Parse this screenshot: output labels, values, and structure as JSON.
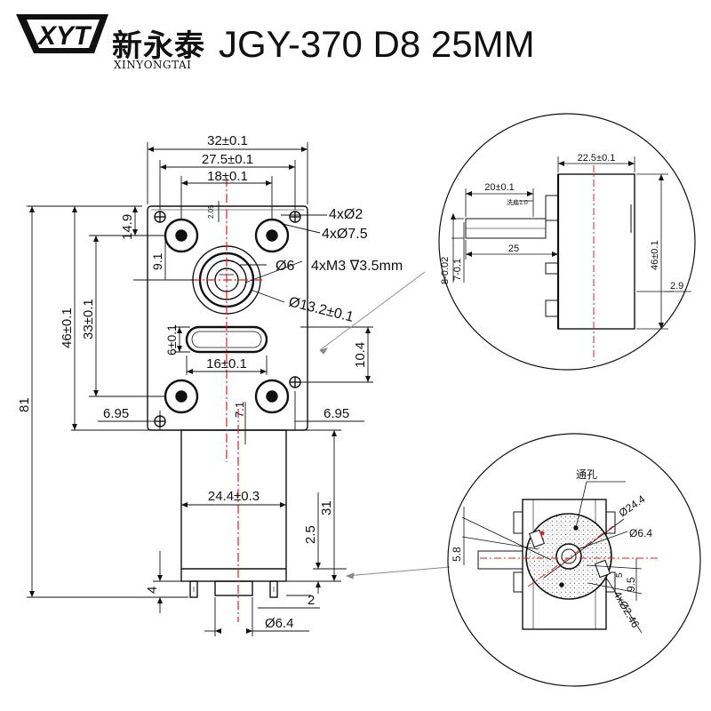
{
  "header": {
    "brand_cn": "新永泰",
    "brand_en": "XINYONGTAI",
    "logo_text": "XYT",
    "title": "JGY-370 D8 25MM"
  },
  "front_view": {
    "dims": {
      "w32": "32±0.1",
      "w27_5": "27.5±0.1",
      "w18": "18±0.1",
      "small_2_05": "2.05",
      "hole2": "4xØ2",
      "hole7_5": "4xØ7.5",
      "d6": "Ø6",
      "m3": "4xM3 ∇3.5mm",
      "d13_2": "Ø13.2±0.1",
      "h14_9": "14.9",
      "h9_1": "9.1",
      "h46": "46±0.1",
      "h33": "33±0.1",
      "h6": "6±0.1",
      "w16": "16±0.1",
      "h10_4": "10.4",
      "w6_95_left": "6.95",
      "w6_95_right": "6.95",
      "v7_1": "7.1",
      "h81": "81",
      "w24_4": "24.4±0.3",
      "h31": "31",
      "h2_5": "2.5",
      "h4": "4",
      "w2": "2",
      "d6_4": "Ø6.4"
    }
  },
  "side_view": {
    "dims": {
      "w22_5": "22.5±0.1",
      "w20": "20±0.1",
      "tiny_label": "洗扁1.0",
      "w25": "25",
      "h8": "8-0.02",
      "h7": "7-0.1",
      "h46": "46±0.1",
      "h2_9": "2.9"
    }
  },
  "back_view": {
    "dims": {
      "through_hole": "通孔",
      "d24_4": "Ø24.4",
      "d6_4": "Ø6.4",
      "h5_8": "5.8",
      "h9_5": "9.5",
      "v5": "5",
      "holes": "4xØ2.46"
    }
  },
  "colors": {
    "line": "#111111",
    "centerline": "#e0201a",
    "leader": "#888888"
  }
}
